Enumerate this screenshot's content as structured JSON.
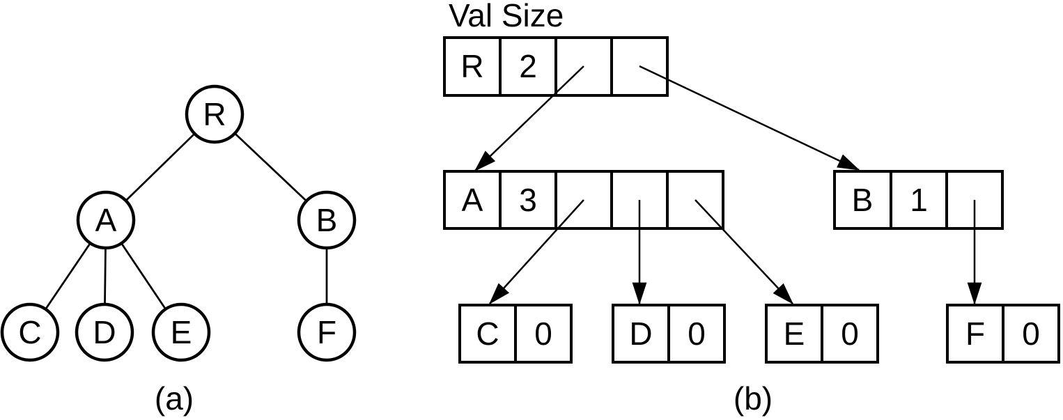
{
  "colors": {
    "ink": "#000000",
    "paper": "#ffffff"
  },
  "panel_a": {
    "caption": "(a)",
    "nodes": {
      "r": "R",
      "a": "A",
      "b": "B",
      "c": "C",
      "d": "D",
      "e": "E",
      "f": "F"
    }
  },
  "panel_b": {
    "caption": "(b)",
    "column_header": "Val Size",
    "lists": {
      "r": {
        "val": "R",
        "size": "2"
      },
      "a": {
        "val": "A",
        "size": "3"
      },
      "b": {
        "val": "B",
        "size": "1"
      },
      "c": {
        "val": "C",
        "size": "0"
      },
      "d": {
        "val": "D",
        "size": "0"
      },
      "e": {
        "val": "E",
        "size": "0"
      },
      "f": {
        "val": "F",
        "size": "0"
      }
    }
  }
}
